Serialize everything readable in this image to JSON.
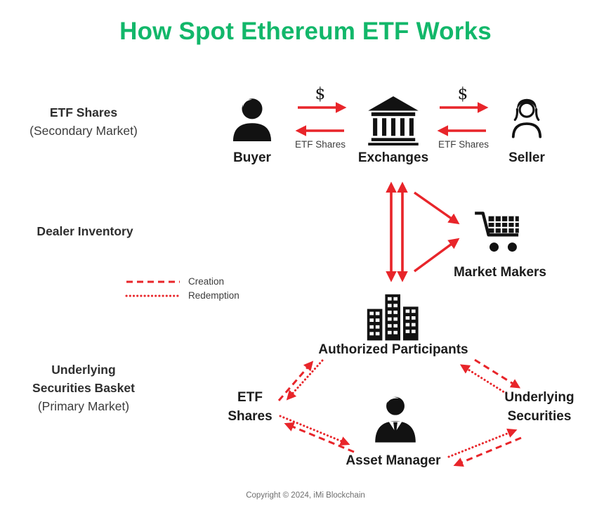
{
  "title": "How Spot Ethereum ETF Works",
  "colors": {
    "title-green": "#12b76a",
    "arrow-red": "#e8252a",
    "ink": "#121212",
    "text-dark": "#1c1c1c",
    "text-mid": "#3c3c3c",
    "text-soft": "#6e6e6e"
  },
  "sections": {
    "secondary": {
      "l1": "ETF Shares",
      "l2": "(Secondary Market)"
    },
    "dealer": {
      "l1": "Dealer Inventory"
    },
    "primary": {
      "l1": "Underlying",
      "l2": "Securities Basket",
      "l3": "(Primary Market)"
    }
  },
  "nodes": {
    "buyer": "Buyer",
    "exchanges": "Exchanges",
    "seller": "Seller",
    "market_makers": "Market Makers",
    "authorized_participants": "Authorized Participants",
    "asset_manager": "Asset Manager",
    "etf_shares": {
      "l1": "ETF",
      "l2": "Shares"
    },
    "underlying_securities": {
      "l1": "Underlying",
      "l2": "Securities"
    }
  },
  "flow": {
    "dollar": "$",
    "etf_shares": "ETF Shares"
  },
  "legend": {
    "creation": "Creation",
    "redemption": "Redemption"
  },
  "footer": "Copyright © 2024, iMi Blockchain"
}
